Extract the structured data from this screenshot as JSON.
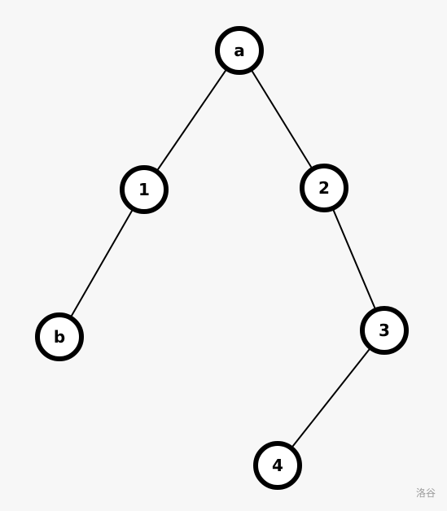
{
  "tree": {
    "nodes": [
      {
        "id": "a",
        "label": "a"
      },
      {
        "id": "1",
        "label": "1"
      },
      {
        "id": "2",
        "label": "2"
      },
      {
        "id": "b",
        "label": "b"
      },
      {
        "id": "3",
        "label": "3"
      },
      {
        "id": "4",
        "label": "4"
      }
    ],
    "edges": [
      {
        "from": "a",
        "to": "1"
      },
      {
        "from": "a",
        "to": "2"
      },
      {
        "from": "1",
        "to": "b"
      },
      {
        "from": "2",
        "to": "3"
      },
      {
        "from": "3",
        "to": "4"
      }
    ]
  },
  "watermark": "洛谷",
  "colors": {
    "background": "#f7f7f7",
    "stroke": "#000000",
    "node_fill": "#ffffff"
  }
}
